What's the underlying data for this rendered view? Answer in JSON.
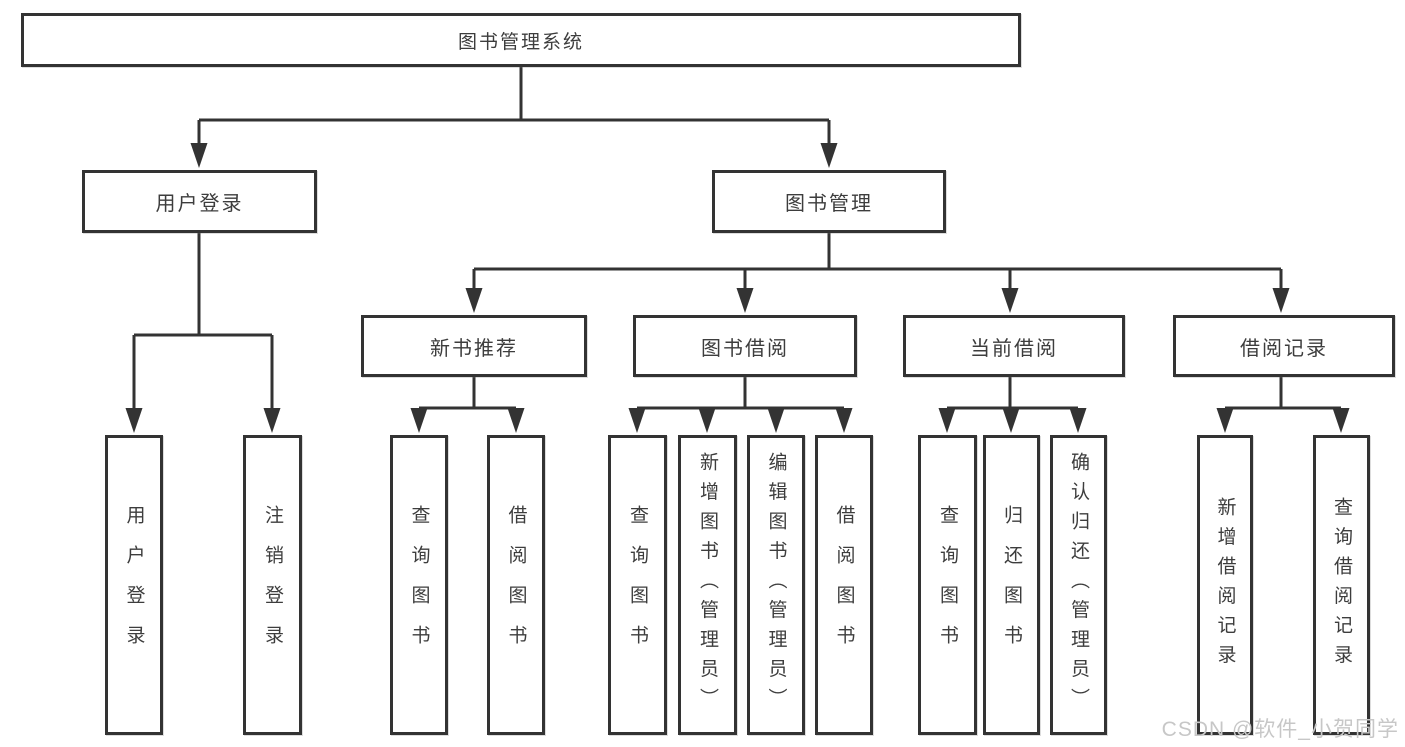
{
  "diagram": {
    "title": "图书管理系统",
    "root": {
      "label": "图书管理系统"
    },
    "level2": [
      {
        "label": "用户登录"
      },
      {
        "label": "图书管理"
      }
    ],
    "level3": [
      {
        "label": "新书推荐"
      },
      {
        "label": "图书借阅"
      },
      {
        "label": "当前借阅"
      },
      {
        "label": "借阅记录"
      }
    ],
    "leaves": [
      {
        "label": "用户登录",
        "parent": "用户登录"
      },
      {
        "label": "注销登录",
        "parent": "用户登录"
      },
      {
        "label": "查询图书",
        "parent": "新书推荐"
      },
      {
        "label": "借阅图书",
        "parent": "新书推荐"
      },
      {
        "label": "查询图书",
        "parent": "图书借阅"
      },
      {
        "label": "新增图书（管理员）",
        "parent": "图书借阅"
      },
      {
        "label": "编辑图书（管理员）",
        "parent": "图书借阅"
      },
      {
        "label": "借阅图书",
        "parent": "图书借阅"
      },
      {
        "label": "查询图书",
        "parent": "当前借阅"
      },
      {
        "label": "归还图书",
        "parent": "当前借阅"
      },
      {
        "label": "确认归还（管理员）",
        "parent": "当前借阅"
      },
      {
        "label": "新增借阅记录",
        "parent": "借阅记录"
      },
      {
        "label": "查询借阅记录",
        "parent": "借阅记录"
      }
    ],
    "watermark": "CSDN @软件_小贺同学",
    "colors": {
      "line": "#333333",
      "box_border": "#333333",
      "text": "#3d3d3d",
      "watermark": "#c7c7c7",
      "background": "#ffffff"
    }
  }
}
